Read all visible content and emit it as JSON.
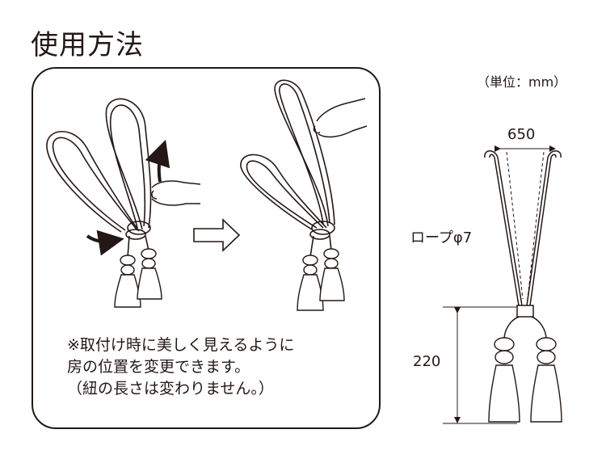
{
  "title": "使用方法",
  "note": {
    "line1": "※取付け時に美しく見えるように",
    "line2": "房の位置を変更できます。",
    "line3": "（紐の長さは変わりません。）"
  },
  "spec": {
    "unit": "（単位：mm）",
    "width": "650",
    "rope": "ロープφ7",
    "height": "220"
  }
}
